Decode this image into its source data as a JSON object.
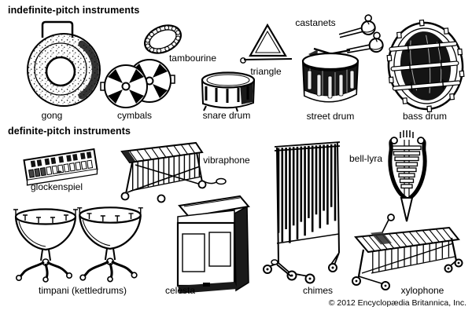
{
  "page": {
    "background_color": "#ffffff",
    "ink_color": "#000000"
  },
  "sections": {
    "indefinite": {
      "title": "indefinite-pitch instruments",
      "labels": {
        "gong": "gong",
        "cymbals": "cymbals",
        "tambourine": "tambourine",
        "snare_drum": "snare drum",
        "triangle": "triangle",
        "castanets": "castanets",
        "street_drum": "street drum",
        "bass_drum": "bass drum"
      }
    },
    "definite": {
      "title": "definite-pitch instruments",
      "labels": {
        "glockenspiel": "glockenspiel",
        "vibraphone": "vibraphone",
        "bell_lyra": "bell-lyra",
        "timpani": "timpani (kettledrums)",
        "celesta": "celesta",
        "chimes": "chimes",
        "xylophone": "xylophone"
      }
    }
  },
  "footer": {
    "copyright": "© 2012 Encyclopædia Britannica, Inc."
  }
}
